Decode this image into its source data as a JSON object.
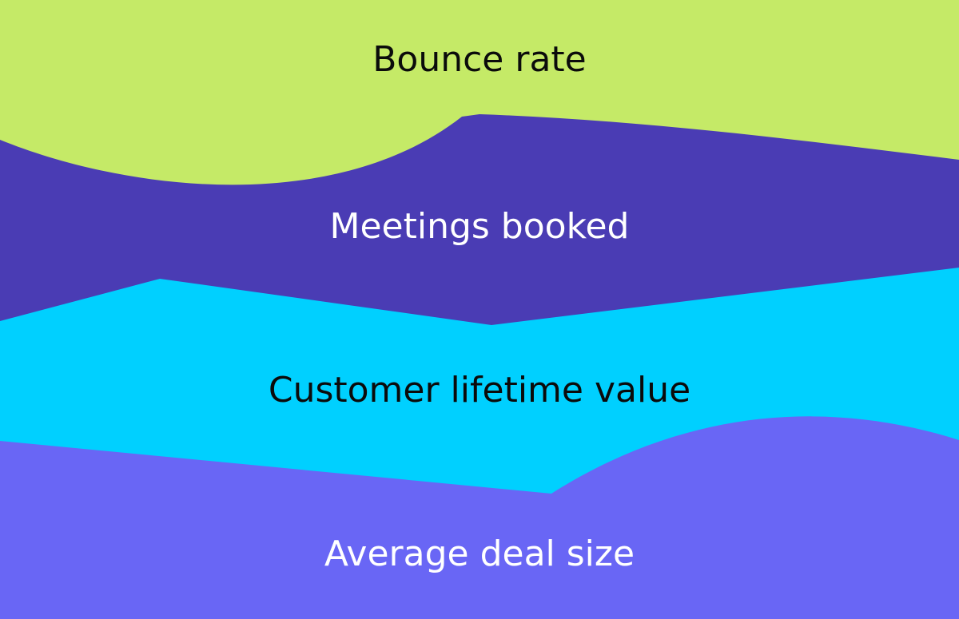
{
  "bands": [
    {
      "label": "Bounce rate",
      "fill": "#c5ea67",
      "text_color": "#0b0b0b"
    },
    {
      "label": "Meetings booked",
      "fill": "#4a3cb4",
      "text_color": "#ffffff"
    },
    {
      "label": "Customer lifetime value",
      "fill": "#00d0ff",
      "text_color": "#0b0b0b"
    },
    {
      "label": "Average deal size",
      "fill": "#6966f5",
      "text_color": "#ffffff"
    }
  ]
}
